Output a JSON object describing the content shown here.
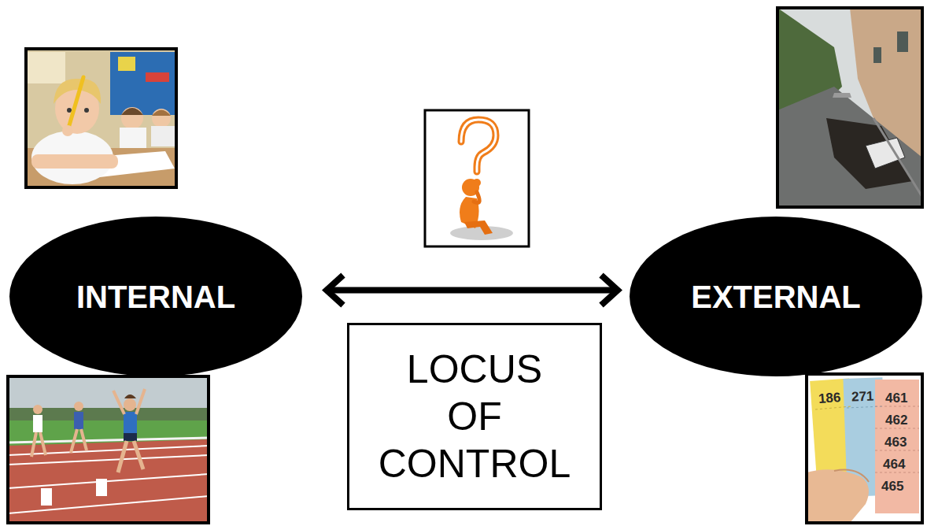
{
  "diagram": {
    "nodes": [
      {
        "text": [
          "INTERNAL"
        ]
      },
      {
        "text": [
          "EXTERNAL"
        ]
      },
      {
        "text": [
          "LOCUS OF CONTROL"
        ]
      }
    ],
    "edges": [
      {
        "from": 0,
        "to": 1,
        "arrow": "both"
      }
    ],
    "labels": [
      "186",
      "271",
      "461",
      "462",
      "463",
      "464",
      "465"
    ]
  }
}
